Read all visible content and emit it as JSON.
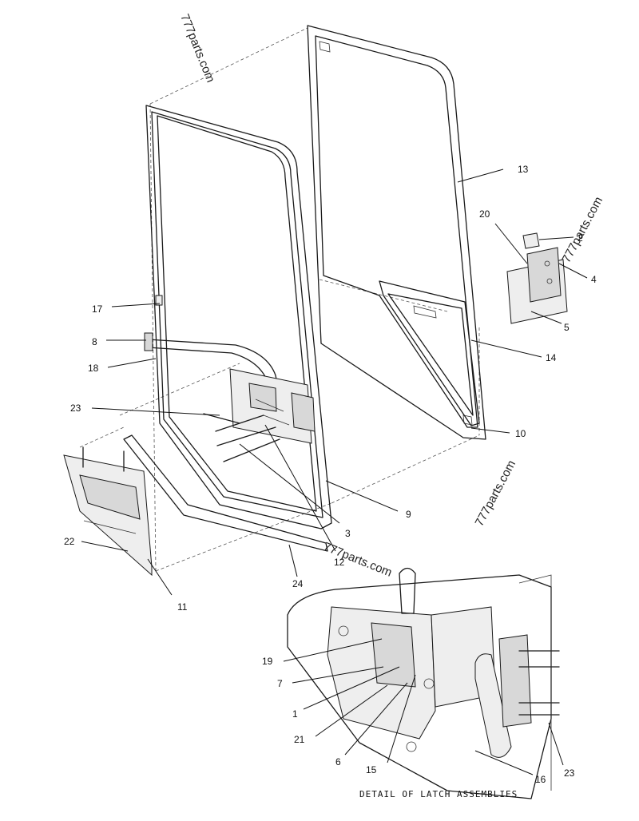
{
  "watermark": "777parts.com",
  "caption": "DETAIL OF LATCH ASSEMBLIES",
  "callouts": [
    {
      "id": "13",
      "label": "13"
    },
    {
      "id": "20",
      "label": "20"
    },
    {
      "id": "2",
      "label": "2"
    },
    {
      "id": "4",
      "label": "4"
    },
    {
      "id": "5",
      "label": "5"
    },
    {
      "id": "14",
      "label": "14"
    },
    {
      "id": "10",
      "label": "10"
    },
    {
      "id": "17",
      "label": "17"
    },
    {
      "id": "8",
      "label": "8"
    },
    {
      "id": "18",
      "label": "18"
    },
    {
      "id": "23a",
      "label": "23"
    },
    {
      "id": "9",
      "label": "9"
    },
    {
      "id": "3",
      "label": "3"
    },
    {
      "id": "12",
      "label": "12"
    },
    {
      "id": "22",
      "label": "22"
    },
    {
      "id": "24",
      "label": "24"
    },
    {
      "id": "11",
      "label": "11"
    },
    {
      "id": "19",
      "label": "19"
    },
    {
      "id": "7",
      "label": "7"
    },
    {
      "id": "1",
      "label": "1"
    },
    {
      "id": "21",
      "label": "21"
    },
    {
      "id": "6",
      "label": "6"
    },
    {
      "id": "15",
      "label": "15"
    },
    {
      "id": "16",
      "label": "16"
    },
    {
      "id": "23b",
      "label": "23"
    }
  ]
}
